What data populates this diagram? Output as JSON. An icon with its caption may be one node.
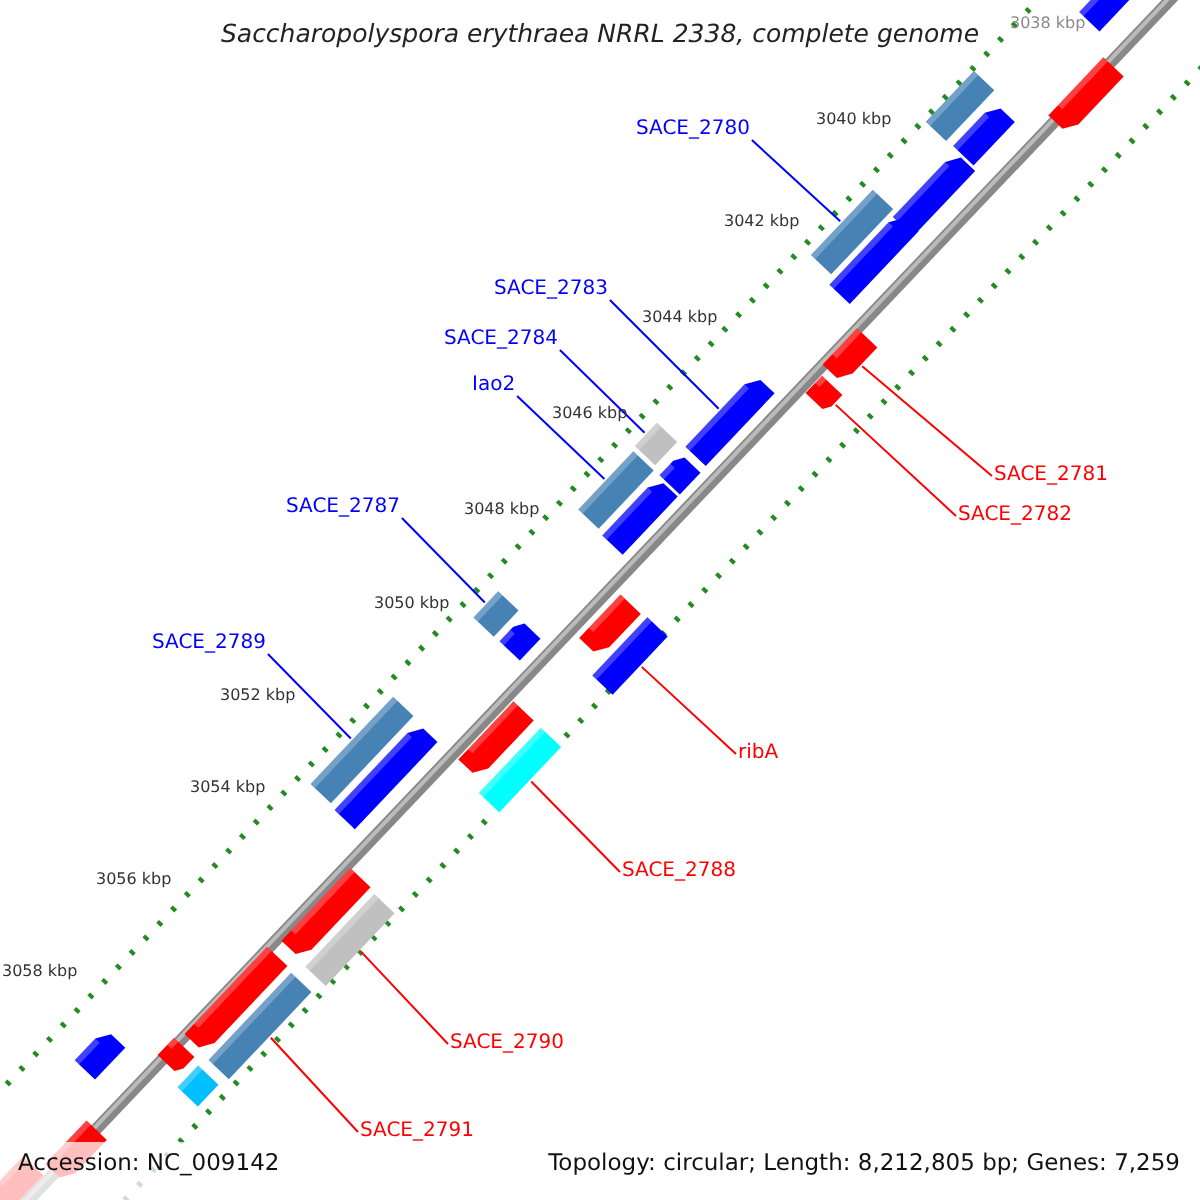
{
  "diagram": {
    "title": "Saccharopolyspora erythraea NRRL 2338, complete genome",
    "nodes": [
      {
        "text": [
          "SACE_2780"
        ]
      },
      {
        "text": [
          "SACE_2783"
        ]
      },
      {
        "text": [
          "SACE_2784"
        ]
      },
      {
        "text": [
          "Iao2"
        ]
      },
      {
        "text": [
          "SACE_2787"
        ]
      },
      {
        "text": [
          "SACE_2789"
        ]
      },
      {
        "text": [
          "SACE_2781"
        ]
      },
      {
        "text": [
          "SACE_2782"
        ]
      },
      {
        "text": [
          "ribA"
        ]
      },
      {
        "text": [
          "SACE_2788"
        ]
      },
      {
        "text": [
          "SACE_2790"
        ]
      },
      {
        "text": [
          "SACE_2791"
        ]
      },
      {
        "text": [],
        "shape": "bar"
      },
      {
        "text": [],
        "shape": "arrow"
      },
      {
        "text": [],
        "shape": "bar"
      },
      {
        "text": [],
        "shape": "bar"
      },
      {
        "text": [],
        "shape": "bar"
      },
      {
        "text": [],
        "shape": "bar"
      },
      {
        "text": [],
        "shape": "arrow"
      },
      {
        "text": [],
        "shape": "arrow"
      },
      {
        "text": [],
        "shape": "bar"
      },
      {
        "text": [],
        "shape": "bar"
      },
      {
        "text": [],
        "shape": "bar"
      },
      {
        "text": [],
        "shape": "bar"
      },
      {
        "text": [],
        "shape": "bar"
      },
      {
        "text": [],
        "shape": "arrow"
      },
      {
        "text": [],
        "shape": "arrow"
      },
      {
        "text": [],
        "shape": "arrow"
      },
      {
        "text": [],
        "shape": "arrow"
      },
      {
        "text": [],
        "shape": "arrow"
      },
      {
        "text": [],
        "shape": "arrow"
      },
      {
        "text": [],
        "shape": "arrow"
      },
      {
        "text": [],
        "shape": "arrow"
      },
      {
        "text": [],
        "shape": "arrow"
      },
      {
        "text": [],
        "shape": "arrow"
      },
      {
        "text": [],
        "shape": "arrow"
      },
      {
        "text": [],
        "shape": "arrow"
      },
      {
        "text": [],
        "shape": "arrow"
      },
      {
        "text": [],
        "shape": "arrow"
      },
      {
        "text": [],
        "shape": "arrow"
      },
      {
        "text": [],
        "shape": "bar"
      },
      {
        "text": [],
        "shape": "arrow"
      },
      {
        "text": [],
        "shape": "arrow"
      }
    ],
    "edges": [
      {
        "from": 0,
        "to": 12,
        "arrow": "none"
      },
      {
        "from": 1,
        "to": 13,
        "arrow": "none"
      },
      {
        "from": 2,
        "to": 14,
        "arrow": "none"
      },
      {
        "from": 3,
        "to": 15,
        "arrow": "none"
      },
      {
        "from": 4,
        "to": 16,
        "arrow": "none"
      },
      {
        "from": 5,
        "to": 17,
        "arrow": "none"
      },
      {
        "from": 6,
        "to": 18,
        "arrow": "none",
        "color": "#ff0000"
      },
      {
        "from": 7,
        "to": 19,
        "arrow": "none",
        "color": "#ff0000"
      },
      {
        "from": 8,
        "to": 20,
        "arrow": "none",
        "color": "#ff0000"
      },
      {
        "from": 9,
        "to": 21,
        "arrow": "none",
        "color": "#ff0000"
      },
      {
        "from": 10,
        "to": 22,
        "arrow": "none",
        "color": "#ff0000"
      },
      {
        "from": 11,
        "to": 23,
        "arrow": "none",
        "color": "#ff0000"
      }
    ],
    "labels": [
      "3038 kbp",
      "3040 kbp",
      "3042 kbp",
      "3044 kbp",
      "3046 kbp",
      "3048 kbp",
      "3050 kbp",
      "3052 kbp",
      "3054 kbp",
      "3056 kbp",
      "3058 kbp",
      "Accession: NC_009142",
      "Topology: circular; Length: 8,212,805 bp; Genes: 7,259"
    ]
  }
}
